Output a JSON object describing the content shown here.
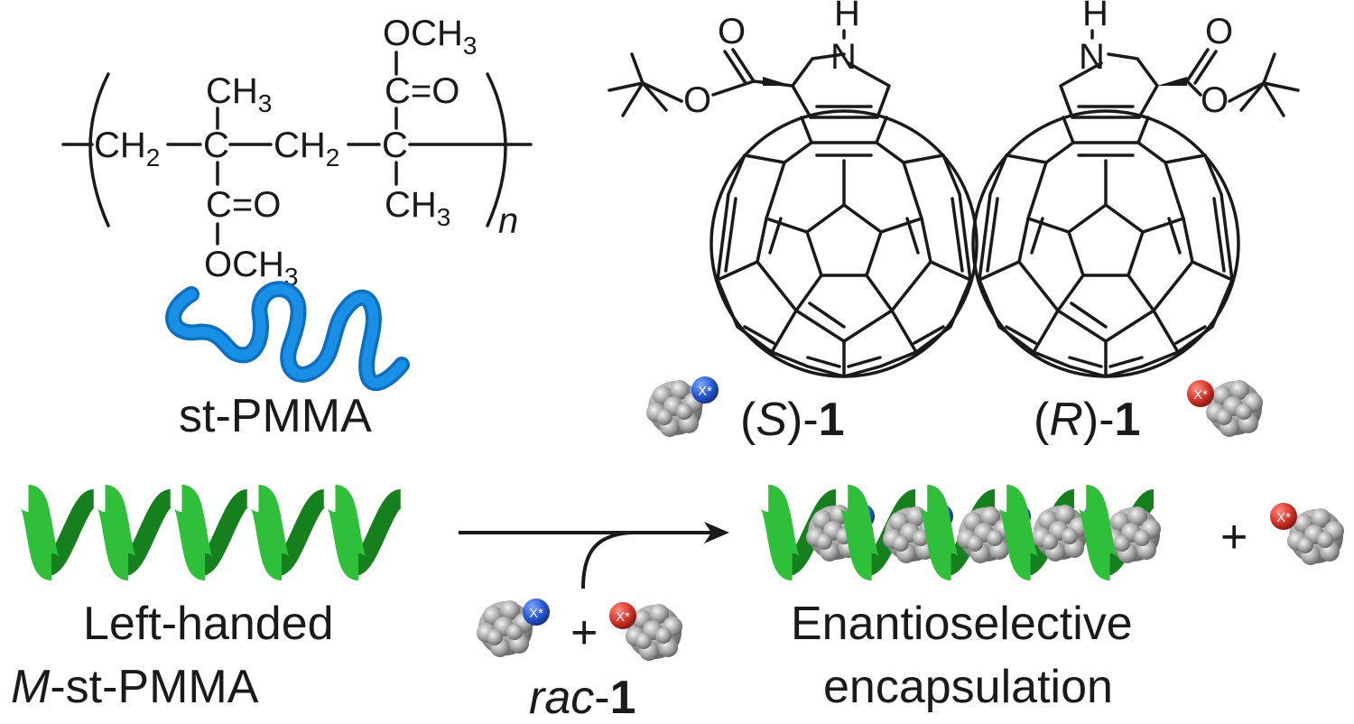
{
  "pmma": {
    "formula": {
      "ch2_a": "CH",
      "ch2_a_sub": "2",
      "c_a": "C",
      "ch3_a": "CH",
      "ch3_a_sub": "3",
      "co_a": "C=O",
      "och3_a": "OCH",
      "och3_a_sub": "3",
      "ch2_b": "CH",
      "ch2_b_sub": "2",
      "c_b": "C",
      "och3_b": "OCH",
      "och3_b_sub": "3",
      "co_b": "C=O",
      "ch3_b": "CH",
      "ch3_b_sub": "3",
      "repeat_n": "n"
    },
    "label": "st-PMMA",
    "coil_color": "#1a8fe6"
  },
  "fullerenes": {
    "s": {
      "label_open": "(",
      "label_config": "S",
      "label_close": ")-",
      "label_num": "1",
      "nh": "N",
      "h": "H",
      "o_carbonyl": "O",
      "o_ester": "O",
      "chiral_tag": "X*",
      "tag_color": "#2a5bd7"
    },
    "r": {
      "label_open": "(",
      "label_config": "R",
      "label_close": ")-",
      "label_num": "1",
      "nh": "N",
      "h": "H",
      "o_carbonyl": "O",
      "o_ester": "O",
      "chiral_tag": "X*",
      "tag_color": "#d9362b"
    }
  },
  "scheme": {
    "helix_color": "#2fbf3a",
    "left_label_line1": "Left-handed",
    "left_label_line2_italic": "M",
    "left_label_line2_rest": "-st-PMMA",
    "rac_italic": "rac",
    "rac_rest": "-",
    "rac_num": "1",
    "plus": "+",
    "right_label_line1": "Enantioselective",
    "right_label_line2": "encapsulation",
    "product_plus": "+"
  },
  "colors": {
    "fullerene_gray": "#9a9a9a",
    "x_blue": "#2a5bd7",
    "x_red": "#d9362b"
  }
}
